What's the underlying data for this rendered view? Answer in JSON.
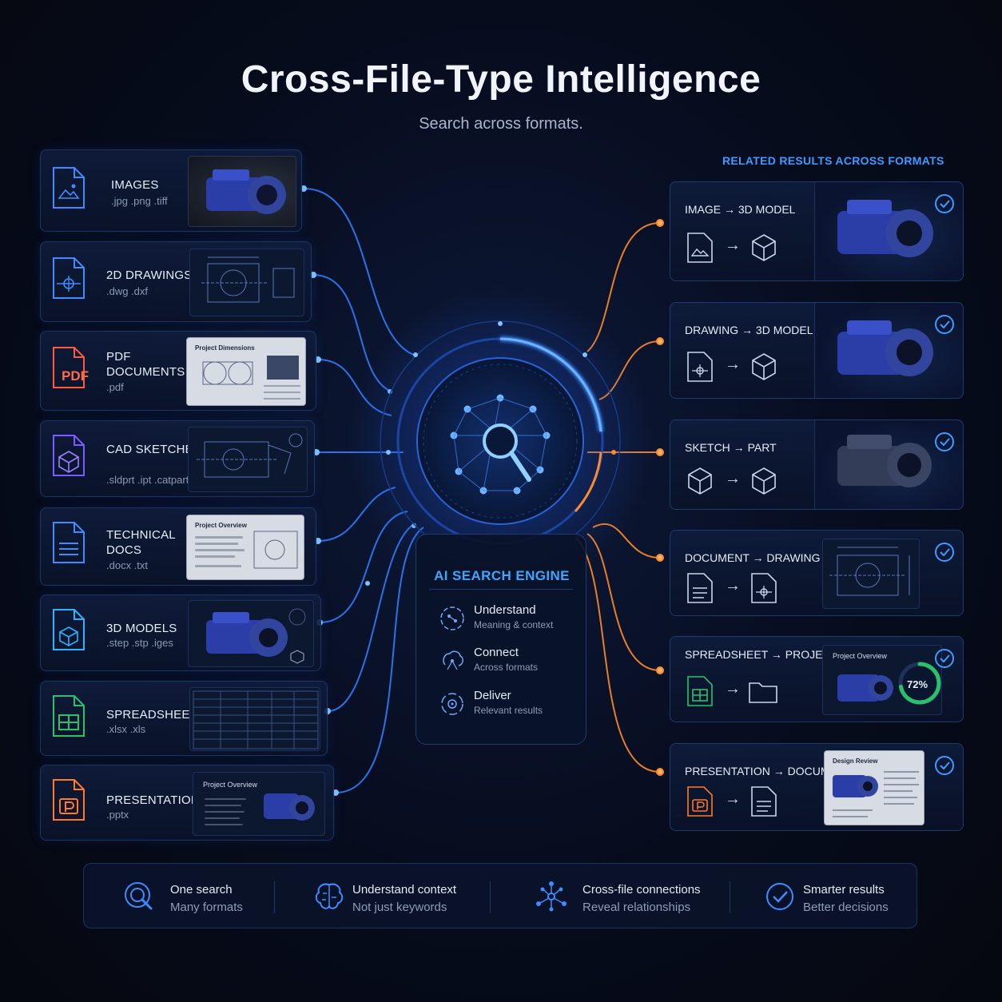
{
  "header": {
    "title": "Cross-File-Type Intelligence",
    "subtitle": "Search across formats."
  },
  "sources": [
    {
      "label": "IMAGES",
      "ext": ".jpg .png .tiff",
      "icon": "image-file-icon",
      "color": "#3f8cff"
    },
    {
      "label": "2D DRAWINGS",
      "ext": ".dwg .dxf",
      "icon": "drawing-file-icon",
      "color": "#3f8cff"
    },
    {
      "label": "PDF DOCUMENTS",
      "ext": ".pdf",
      "icon": "pdf-file-icon",
      "color": "#ff5a3c",
      "icon_text": "PDF"
    },
    {
      "label": "CAD SKETCHES",
      "ext": ".sldprt .ipt .catpart",
      "icon": "cad-file-icon",
      "color": "#7b5cff"
    },
    {
      "label": "TECHNICAL DOCS",
      "ext": ".docx .txt",
      "icon": "doc-file-icon",
      "color": "#3f8cff"
    },
    {
      "label": "3D MODELS",
      "ext": ".step .stp .iges",
      "icon": "model-file-icon",
      "color": "#2fb3ff"
    },
    {
      "label": "SPREADSHEETS",
      "ext": ".xlsx .xls",
      "icon": "spreadsheet-file-icon",
      "color": "#27c26a"
    },
    {
      "label": "PRESENTATIONS",
      "ext": ".pptx",
      "icon": "presentation-file-icon",
      "color": "#ff7a2a"
    }
  ],
  "source_thumbs": {
    "pdf_title": "Project Dimensions",
    "docs_title": "Project Overview",
    "presentation_title": "Project Overview"
  },
  "engine": {
    "title": "AI SEARCH ENGINE",
    "items": [
      {
        "title": "Understand",
        "sub": "Meaning & context",
        "icon": "understand-icon"
      },
      {
        "title": "Connect",
        "sub": "Across formats",
        "icon": "connect-icon"
      },
      {
        "title": "Deliver",
        "sub": "Relevant results",
        "icon": "deliver-icon"
      }
    ]
  },
  "related": {
    "heading": "RELATED RESULTS ACROSS FORMATS",
    "items": [
      {
        "label": "IMAGE → 3D MODEL",
        "from_icon": "image-file-icon",
        "to_icon": "cube-icon"
      },
      {
        "label": "DRAWING → 3D MODEL",
        "from_icon": "drawing-file-icon",
        "to_icon": "cube-icon"
      },
      {
        "label": "SKETCH → PART",
        "from_icon": "cube-icon",
        "to_icon": "cube-icon"
      },
      {
        "label": "DOCUMENT → DRAWING",
        "from_icon": "doc-file-icon",
        "to_icon": "drawing-file-icon"
      },
      {
        "label": "SPREADSHEET → PROJECT",
        "from_icon": "spreadsheet-file-icon",
        "to_icon": "folder-icon",
        "thumb_title": "Project Overview",
        "progress_label": "72%",
        "progress": 0.72
      },
      {
        "label": "PRESENTATION → DOCUMENT",
        "from_icon": "presentation-file-icon",
        "to_icon": "doc-file-icon",
        "thumb_title": "Design Review"
      }
    ],
    "arrow": "→"
  },
  "benefits": [
    {
      "title": "One search",
      "sub": "Many formats",
      "icon": "search-icon"
    },
    {
      "title": "Understand context",
      "sub": "Not just keywords",
      "icon": "brain-icon"
    },
    {
      "title": "Cross-file connections",
      "sub": "Reveal relationships",
      "icon": "network-icon"
    },
    {
      "title": "Smarter results",
      "sub": "Better decisions",
      "icon": "check-circle-icon"
    }
  ],
  "colors": {
    "accent_blue": "#2f7dff",
    "accent_orange": "#ff8a2a",
    "heading_blue": "#3f9bff",
    "background": "#060b19"
  }
}
